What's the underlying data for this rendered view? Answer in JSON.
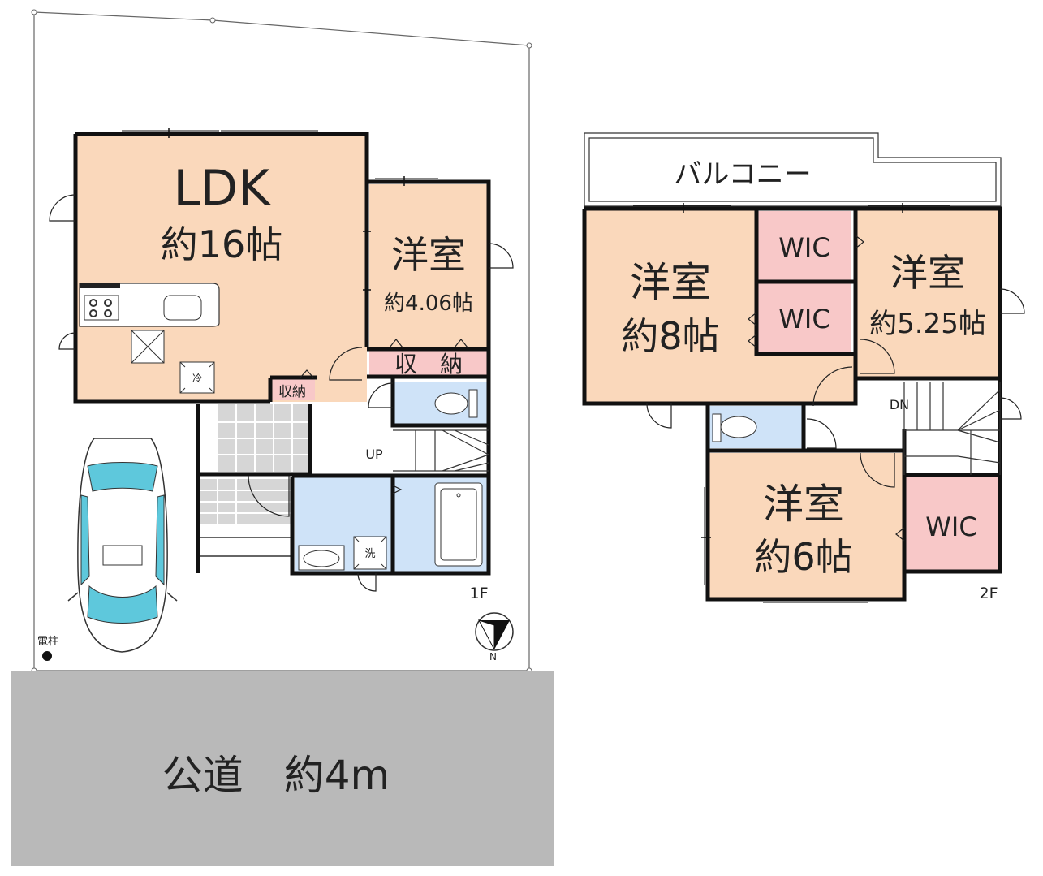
{
  "floor1": {
    "ldk": {
      "name": "LDK",
      "size": "約16帖"
    },
    "western_small": {
      "name": "洋室",
      "size": "約4.06帖"
    },
    "storage_closet": "収　納",
    "storage_small": "収納",
    "fridge": "冷",
    "washer": "洗",
    "stairs_up": "UP",
    "floor_label": "1F"
  },
  "floor2": {
    "balcony": "バルコニー",
    "western_8": {
      "name": "洋室",
      "size": "約8帖"
    },
    "western_525": {
      "name": "洋室",
      "size": "約5.25帖"
    },
    "western_6": {
      "name": "洋室",
      "size": "約6帖"
    },
    "wic_1": "WIC",
    "wic_2": "WIC",
    "wic_3": "WIC",
    "stairs_down": "DN",
    "floor_label": "2F"
  },
  "site": {
    "road": "公道　約4m",
    "utility_pole": "電柱",
    "north": "N"
  },
  "colors": {
    "room": "#fad8bb",
    "wic": "#f8c8c8",
    "wet": "#cfe3f8",
    "road": "#b9b9b9",
    "wall": "#111111",
    "car_glass": "#5ec8dc"
  }
}
